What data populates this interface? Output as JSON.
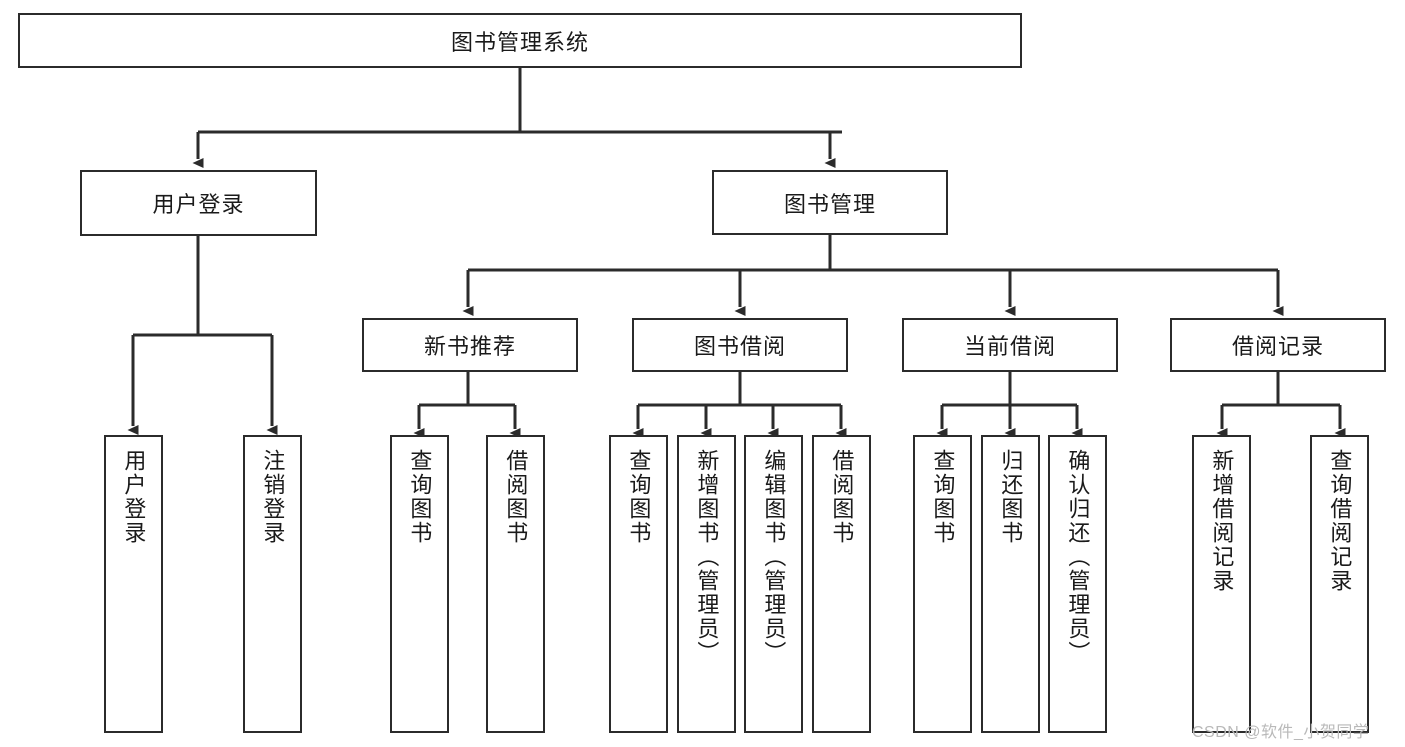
{
  "diagram": {
    "title": "图书管理系统",
    "type": "tree",
    "watermark": "CSDN @软件_小贺同学",
    "colors": {
      "box_border": "#2b2b2b",
      "box_fill": "#ffffff",
      "connector": "#2b2b2b",
      "text": "#1a1a1a",
      "watermark": "#b9b9b9",
      "background": "#ffffff"
    },
    "nodes": {
      "root": {
        "label": "图书管理系统",
        "level": 1,
        "orientation": "horizontal"
      },
      "l2": [
        {
          "id": "user-login",
          "label": "用户登录",
          "level": 2,
          "orientation": "horizontal"
        },
        {
          "id": "book-manage",
          "label": "图书管理",
          "level": 2,
          "orientation": "horizontal"
        }
      ],
      "l3": [
        {
          "id": "new-book-rec",
          "label": "新书推荐",
          "level": 3,
          "orientation": "horizontal",
          "parent": "book-manage"
        },
        {
          "id": "book-borrow",
          "label": "图书借阅",
          "level": 3,
          "orientation": "horizontal",
          "parent": "book-manage"
        },
        {
          "id": "current-borrow",
          "label": "当前借阅",
          "level": 3,
          "orientation": "horizontal",
          "parent": "book-manage"
        },
        {
          "id": "borrow-record",
          "label": "借阅记录",
          "level": 3,
          "orientation": "horizontal",
          "parent": "book-manage"
        }
      ],
      "leaves": [
        {
          "id": "leaf-user-login",
          "label": "用户登录",
          "parent": "user-login",
          "orientation": "vertical"
        },
        {
          "id": "leaf-user-logout",
          "label": "注销登录",
          "parent": "user-login",
          "orientation": "vertical"
        },
        {
          "id": "leaf-rec-query",
          "label": "查询图书",
          "parent": "new-book-rec",
          "orientation": "vertical"
        },
        {
          "id": "leaf-rec-borrow",
          "label": "借阅图书",
          "parent": "new-book-rec",
          "orientation": "vertical"
        },
        {
          "id": "leaf-borrow-query",
          "label": "查询图书",
          "parent": "book-borrow",
          "orientation": "vertical"
        },
        {
          "id": "leaf-borrow-add",
          "label": "新增图书（管理员）",
          "parent": "book-borrow",
          "orientation": "vertical"
        },
        {
          "id": "leaf-borrow-edit",
          "label": "编辑图书（管理员）",
          "parent": "book-borrow",
          "orientation": "vertical"
        },
        {
          "id": "leaf-borrow-lend",
          "label": "借阅图书",
          "parent": "book-borrow",
          "orientation": "vertical"
        },
        {
          "id": "leaf-cur-query",
          "label": "查询图书",
          "parent": "current-borrow",
          "orientation": "vertical"
        },
        {
          "id": "leaf-cur-return",
          "label": "归还图书",
          "parent": "current-borrow",
          "orientation": "vertical"
        },
        {
          "id": "leaf-cur-confirm",
          "label": "确认归还（管理员）",
          "parent": "current-borrow",
          "orientation": "vertical"
        },
        {
          "id": "leaf-rec-add",
          "label": "新增借阅记录",
          "parent": "borrow-record",
          "orientation": "vertical"
        },
        {
          "id": "leaf-rec-search",
          "label": "查询借阅记录",
          "parent": "borrow-record",
          "orientation": "vertical"
        }
      ]
    }
  }
}
